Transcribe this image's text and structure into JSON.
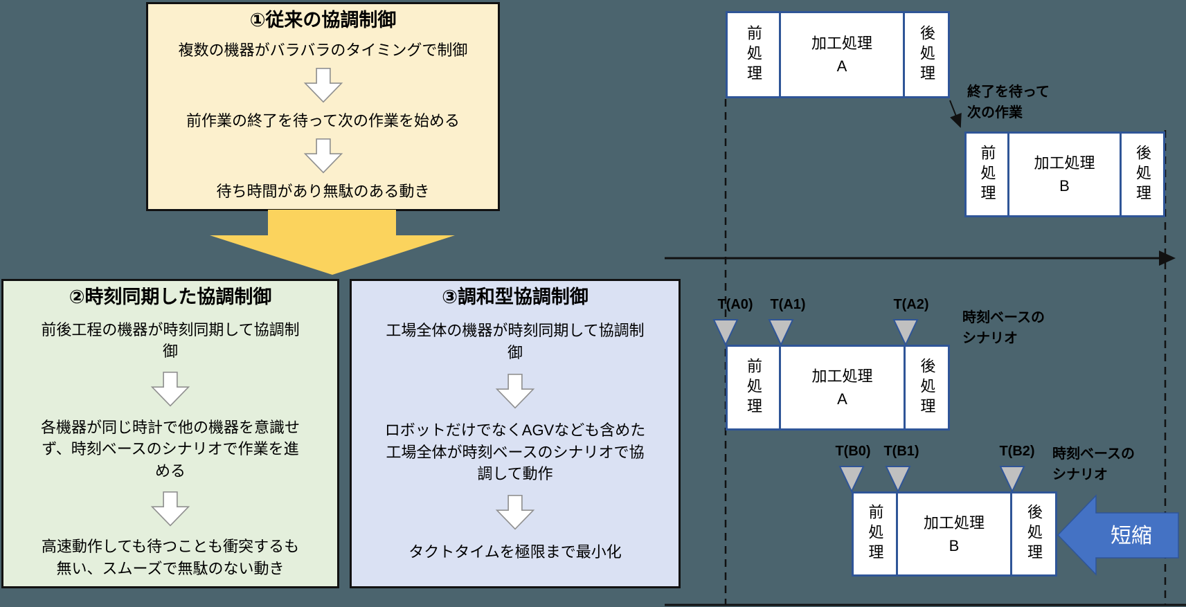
{
  "colors": {
    "background": "#4B646E",
    "box1_fill": "#FCF0CD",
    "box2_fill": "#E4EFDC",
    "box3_fill": "#DAE1F3",
    "flow_arrow": "#FBD35D",
    "timeline_border": "#2F5597",
    "marker_fill": "#C0C0C0",
    "shorten_arrow": "#4472C4",
    "step_arrow_fill": "#FFFFFF"
  },
  "flow": {
    "box1": {
      "title": "①従来の協調制御",
      "steps": [
        "複数の機器がバラバラのタイミングで制御",
        "前作業の終了を待って次の作業を始める",
        "待ち時間があり無駄のある動き"
      ]
    },
    "box2": {
      "title": "②時刻同期した協調制御",
      "steps": [
        "前後工程の機器が時刻同期して協調制御",
        "各機器が同じ時計で他の機器を意識せず、時刻ベースのシナリオで作業を進める",
        "高速動作しても待つことも衝突するも無い、スムーズで無駄のない動き"
      ]
    },
    "box3": {
      "title": "③調和型協調制御",
      "steps": [
        "工場全体の機器が時刻同期して協調制御",
        "ロボットだけでなくAGVなども含めた工場全体が時刻ベースのシナリオで協調して動作",
        "タクトタイムを極限まで最小化"
      ]
    }
  },
  "timeline": {
    "conventional": {
      "row_a": {
        "pre": "前処理",
        "main": "加工処理",
        "sub": "A",
        "post": "後処理"
      },
      "row_b": {
        "pre": "前処理",
        "main": "加工処理",
        "sub": "B",
        "post": "後処理"
      },
      "note": {
        "line1": "終了を待って",
        "line2": "次の作業"
      }
    },
    "synchronized": {
      "row_a": {
        "markers": [
          "T(A0)",
          "T(A1)",
          "T(A2)"
        ],
        "pre": "前処理",
        "main": "加工処理",
        "sub": "A",
        "post": "後処理",
        "scenario": {
          "line1": "時刻ベースの",
          "line2": "シナリオ"
        }
      },
      "row_b": {
        "markers": [
          "T(B0)",
          "T(B1)",
          "T(B2)"
        ],
        "pre": "前処理",
        "main": "加工処理",
        "sub": "B",
        "post": "後処理",
        "scenario": {
          "line1": "時刻ベースの",
          "line2": "シナリオ"
        },
        "shorten": "短縮"
      }
    }
  }
}
